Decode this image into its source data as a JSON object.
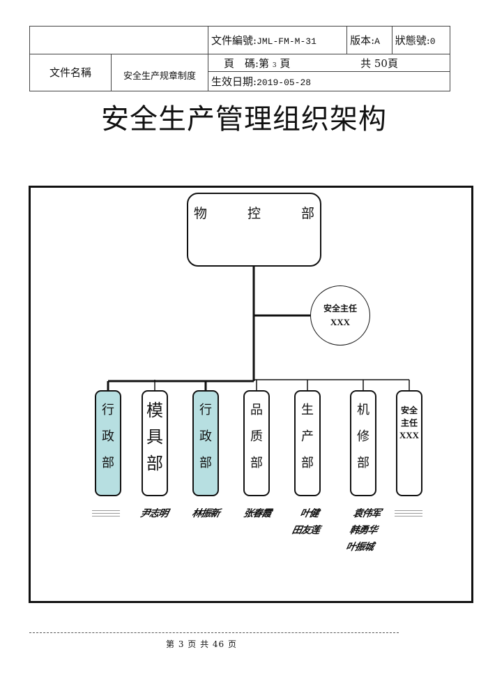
{
  "header": {
    "doc_number_label": "文件編號:",
    "doc_number": "JML-FM-M-31",
    "version_label": "版本:",
    "version": "A",
    "status_label": "狀態號:",
    "status": "0",
    "file_name_label": "文件名稱",
    "file_name": "安全生产规章制度",
    "page_label": "頁　碼:第",
    "page_current": "3",
    "page_unit": "頁",
    "page_total_label": "共",
    "page_total": "50",
    "page_total_unit": "頁",
    "effective_date_label": "生效日期:",
    "effective_date": "2019-05-28"
  },
  "title": "安全生产管理组织架构",
  "org_chart": {
    "root": {
      "chars": [
        "物",
        "控",
        "部"
      ]
    },
    "side_node": {
      "title": "安全主任",
      "name": "XXX"
    },
    "departments": [
      {
        "chars": [
          "行",
          "政",
          "部"
        ],
        "highlight": true,
        "people": [
          "(模糊)"
        ]
      },
      {
        "chars": [
          "模",
          "具",
          "部"
        ],
        "highlight": false,
        "people": [
          "尹志明"
        ]
      },
      {
        "chars": [
          "行",
          "政",
          "部"
        ],
        "highlight": true,
        "people": [
          "林振新"
        ]
      },
      {
        "chars": [
          "品",
          "质",
          "部"
        ],
        "highlight": false,
        "people": [
          "张春霞"
        ]
      },
      {
        "chars": [
          "生",
          "产",
          "部"
        ],
        "highlight": false,
        "people": [
          "叶健",
          "田友莲"
        ]
      },
      {
        "chars": [
          "机",
          "修",
          "部"
        ],
        "highlight": false,
        "people": [
          "袁伟军",
          "韩勇华",
          "叶振城"
        ]
      },
      {
        "chars": [
          "安全",
          "主任"
        ],
        "name": "XXX",
        "highlight": false,
        "people": [
          "(模糊)"
        ]
      }
    ],
    "colors": {
      "highlight": "#b7dfe1",
      "line": "#111111"
    }
  },
  "footer": {
    "page_text": "第 3 页 共 46 页"
  }
}
